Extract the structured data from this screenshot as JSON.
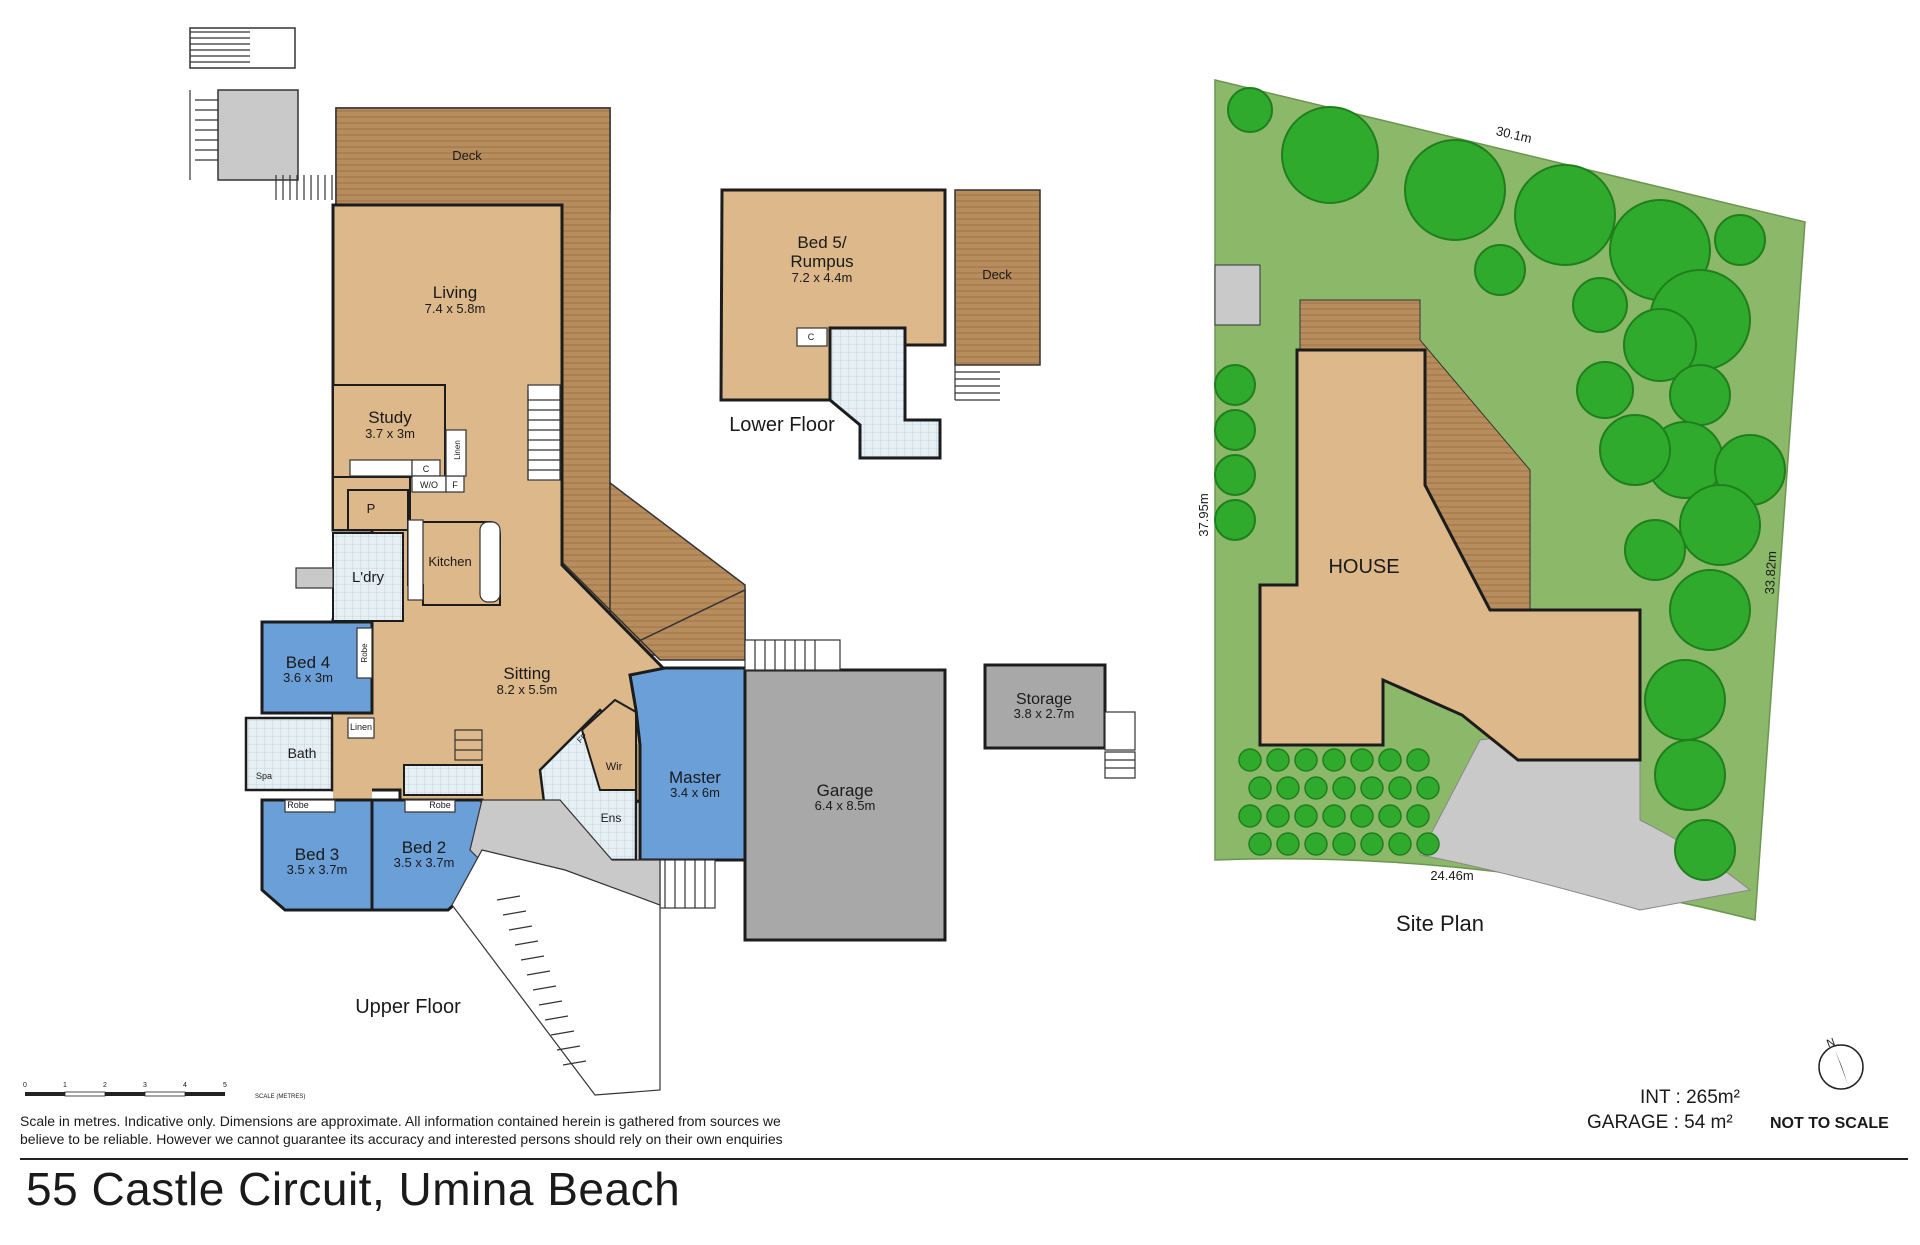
{
  "address": "55 Castle Circuit, Umina Beach",
  "disclaimer": "Scale in metres. Indicative only. Dimensions are approximate. All information contained herein is gathered from sources we believe to be reliable. However we cannot guarantee its accuracy and interested persons should rely on their own enquiries",
  "areas": {
    "int": "INT : 265m²",
    "garage": "GARAGE :  54 m²",
    "not_to_scale": "NOT TO SCALE"
  },
  "scale_bar": {
    "ticks": [
      "0",
      "1",
      "2",
      "3",
      "4",
      "5"
    ],
    "caption": "SCALE (METRES)"
  },
  "sections": {
    "upper": "Upper Floor",
    "lower": "Lower Floor",
    "site": "Site Plan"
  },
  "compass": "N",
  "rooms": {
    "deck_upper": "Deck",
    "living": "Living",
    "living_dim": "7.4 x 5.8m",
    "study": "Study",
    "study_dim": "3.7 x 3m",
    "linen1": "Linen",
    "c1": "C",
    "wo": "W/O",
    "f": "F",
    "p": "P",
    "kitchen": "Kitchen",
    "laundry": "L'dry",
    "bed4": "Bed 4",
    "bed4_dim": "3.6 x 3m",
    "robe4": "Robe",
    "sitting": "Sitting",
    "sitting_dim": "8.2 x 5.5m",
    "linen2": "Linen",
    "bath": "Bath",
    "spa": "Spa",
    "robe3": "Robe",
    "robe2": "Robe",
    "bed3": "Bed 3",
    "bed3_dim": "3.5 x 3.7m",
    "bed2": "Bed 2",
    "bed2_dim": "3.5 x 3.7m",
    "wir": "Wir",
    "ens": "Ens",
    "fp": "FP",
    "master": "Master",
    "master_dim": "3.4 x 6m",
    "garage": "Garage",
    "garage_dim": "6.4 x 8.5m",
    "bed5a": "Bed 5/",
    "bed5b": "Rumpus",
    "bed5_dim": "7.2 x 4.4m",
    "deck_lower": "Deck",
    "c2": "C",
    "storage": "Storage",
    "storage_dim": "3.8 x 2.7m"
  },
  "site": {
    "house": "HOUSE",
    "top": "30.1m",
    "left": "37.95m",
    "right": "33.82m",
    "bottom": "24.46m"
  },
  "colors": {
    "floor": "#dcb88a",
    "deck": "#b88d5e",
    "bedroom": "#6b9fd8",
    "garage": "#a8a8a8",
    "wet": "#e6f0f4",
    "lawn": "#8cb86a",
    "tree": "#2faa2c",
    "paving": "#c9c9c9"
  }
}
